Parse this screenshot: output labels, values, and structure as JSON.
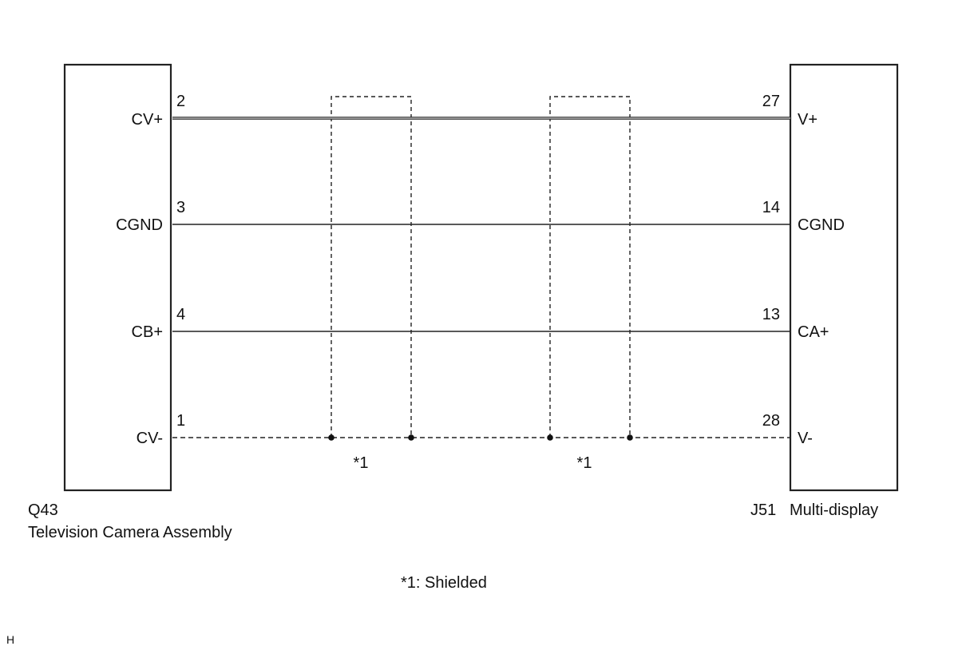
{
  "left_component": {
    "code": "Q43",
    "name": "Television Camera Assembly"
  },
  "right_component": {
    "code": "J51",
    "name": "Multi-display"
  },
  "wires": [
    {
      "left_terminal": "CV+",
      "left_pin": "2",
      "right_terminal": "V+",
      "right_pin": "27",
      "style": "double"
    },
    {
      "left_terminal": "CGND",
      "left_pin": "3",
      "right_terminal": "CGND",
      "right_pin": "14",
      "style": "solid"
    },
    {
      "left_terminal": "CB+",
      "left_pin": "4",
      "right_terminal": "CA+",
      "right_pin": "13",
      "style": "solid"
    },
    {
      "left_terminal": "CV-",
      "left_pin": "1",
      "right_terminal": "V-",
      "right_pin": "28",
      "style": "dashed"
    }
  ],
  "shield_marks": [
    "*1",
    "*1"
  ],
  "legend": "*1: Shielded",
  "corner_mark": "H"
}
